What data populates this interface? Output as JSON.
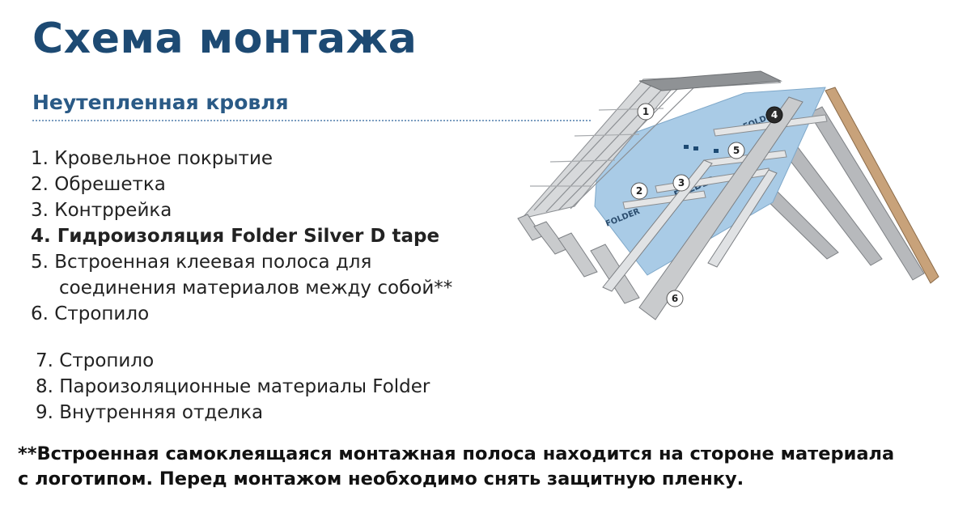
{
  "title": "Схема монтажа",
  "subtitle": "Неутепленная кровля",
  "legend_items": [
    {
      "num": "1.",
      "text": "Кровельное покрытие"
    },
    {
      "num": "2.",
      "text": "Обрешетка"
    },
    {
      "num": "3.",
      "text": "Контррейка"
    },
    {
      "num": "4.",
      "text": "Гидроизоляция Folder Silver D tape"
    },
    {
      "num": "5.",
      "text": "Встроенная клеевая полоса для"
    },
    {
      "num": "",
      "text": "соединения материалов между собой**"
    },
    {
      "num": "6.",
      "text": "Стропило"
    }
  ],
  "legend_items_2": [
    {
      "num": "7.",
      "text": "Стропило"
    },
    {
      "num": "8.",
      "text": "Пароизоляционные материалы Folder"
    },
    {
      "num": "9.",
      "text": "Внутренняя отделка"
    }
  ],
  "footnote": {
    "line1": "**Встроенная самоклеящаяся монтажная полоса находится на стороне материала",
    "line2": "с логотипом. Перед монтажом необходимо снять защитную пленку."
  },
  "diagram": {
    "callouts": [
      "1",
      "2",
      "3",
      "4",
      "5",
      "6"
    ],
    "membrane_logo": "FOLDER",
    "colors": {
      "title": "#1d4a73",
      "membrane": "#a9cbe6",
      "metal": "#c9cbcd",
      "rafter": "#b7b9bc",
      "wood": "#c8a27a"
    }
  }
}
